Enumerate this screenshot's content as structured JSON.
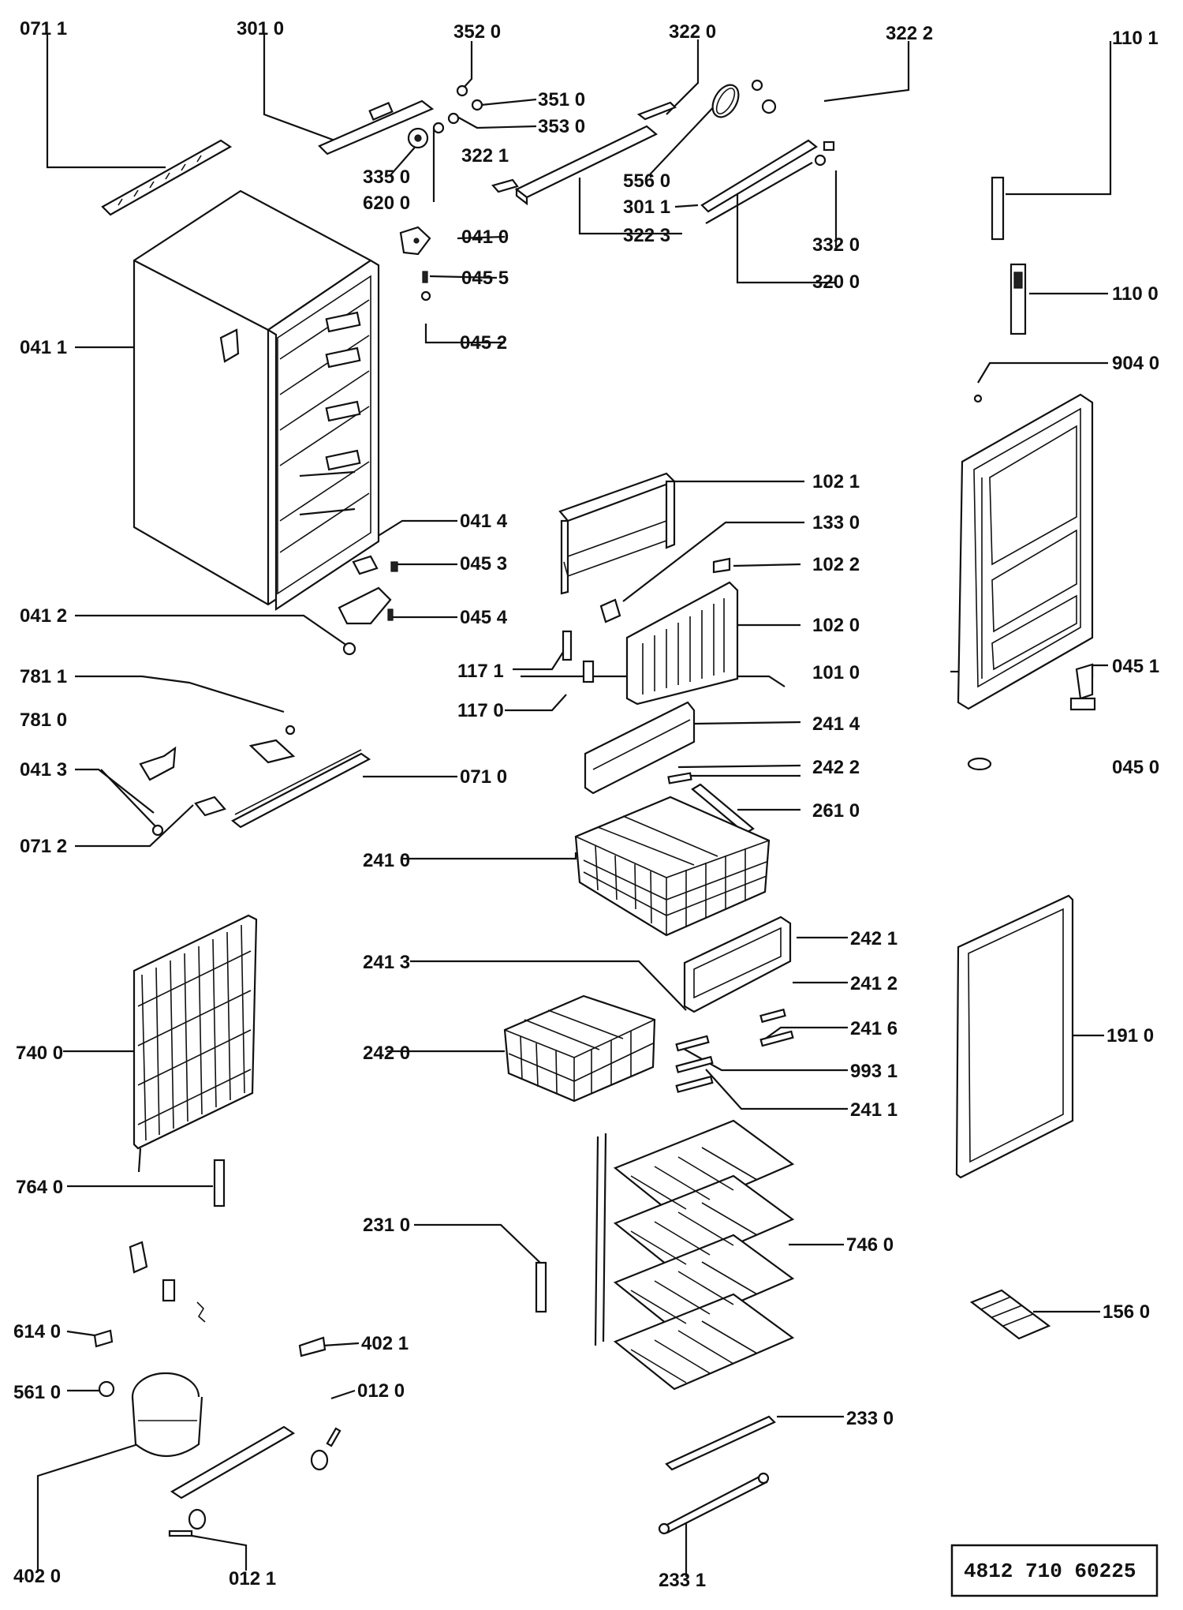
{
  "document_ref": "4812 710 60225",
  "part_labels": {
    "p0711": "071 1",
    "p3010": "301 0",
    "p3520": "352 0",
    "p3510": "351 0",
    "p3530": "353 0",
    "p3220": "322 0",
    "p3222": "322 2",
    "p1101": "110 1",
    "p3350": "335 0",
    "p6200": "620 0",
    "p3221": "322 1",
    "p5560": "556 0",
    "p3011": "301 1",
    "p3223": "322 3",
    "p3320": "332 0",
    "p3200": "320 0",
    "p0410": "041 0",
    "p0455": "045 5",
    "p0452": "045 2",
    "p1100": "110 0",
    "p0411": "041 1",
    "p9040": "904 0",
    "p1021": "102 1",
    "p0414": "041 4",
    "p1330": "133 0",
    "p0453": "045 3",
    "p1022": "102 2",
    "p0412": "041 2",
    "p0454": "045 4",
    "p1020": "102 0",
    "p1171": "117 1",
    "p1010": "101 0",
    "p0451": "045 1",
    "p7811": "781 1",
    "p1170": "117 0",
    "p7810": "781 0",
    "p2414": "241 4",
    "p0413": "041 3",
    "p0710": "071 0",
    "p2422": "242 2",
    "p0450": "045 0",
    "p2610": "261 0",
    "p0712": "071 2",
    "p2410": "241 0",
    "p2421": "242 1",
    "p2413": "241 3",
    "p2412": "241 2",
    "p7400": "740 0",
    "p2420": "242 0",
    "p2416": "241 6",
    "p1910": "191 0",
    "p9931": "993 1",
    "p2411": "241 1",
    "p7640": "764 0",
    "p2310": "231 0",
    "p7460": "746 0",
    "p1560": "156 0",
    "p6140": "614 0",
    "p4021": "402 1",
    "p5610": "561 0",
    "p0120": "012 0",
    "p2330": "233 0",
    "p2331": "233 1",
    "p4020": "402 0",
    "p0121": "012 1"
  }
}
